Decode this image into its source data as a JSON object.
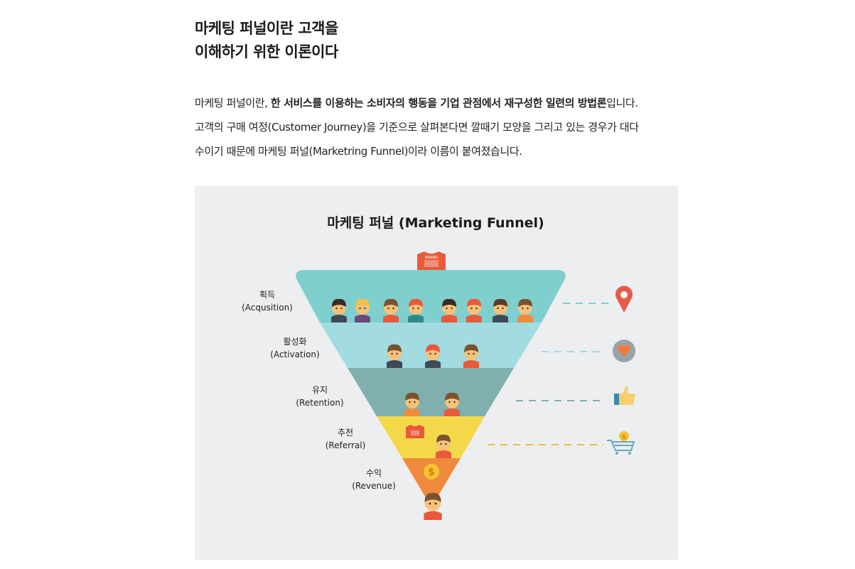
{
  "heading": {
    "line1": "마케팅 퍼널이란 고객을",
    "line2": "이해하기 위한 이론이다"
  },
  "paragraph": {
    "line1_a": "마케팅 퍼널이란, ",
    "line1_b": "한 서비스를 이용하는 소비자의 행동을 기업 관점에서 재구성한 일련의 방법론",
    "line1_c": "입니다.",
    "line2": "고객의 구매 여정(Customer Journey)을 기준으로 살펴본다면 깔때기 모양을 그리고 있는 경우가 대다",
    "line3": "수이기 때문에 마케팅 퍼널(Marketring Funnel)이라 이름이 붙여졌습니다."
  },
  "funnel": {
    "title": "마케팅 퍼널 (Marketing Funnel)",
    "stages": [
      {
        "ko": "획득",
        "en": "(Acqusition)",
        "color": "#7ecfcd",
        "icon": "location-pin-icon",
        "people": 8
      },
      {
        "ko": "활성화",
        "en": "(Activation)",
        "color": "#a2dbe0",
        "icon": "heart-icon",
        "people": 3
      },
      {
        "ko": "유지",
        "en": "(Retention)",
        "color": "#7fb0ad",
        "icon": "thumbs-up-icon",
        "people": 2
      },
      {
        "ko": "추천",
        "en": "(Referral)",
        "color": "#f5d84a",
        "icon": "shopping-cart-icon",
        "people": 1
      },
      {
        "ko": "수익",
        "en": "(Revenue)",
        "color": "#ef8a3c",
        "icon": "coin-icon",
        "people": 0
      }
    ],
    "shirt_text": "BRAND"
  }
}
